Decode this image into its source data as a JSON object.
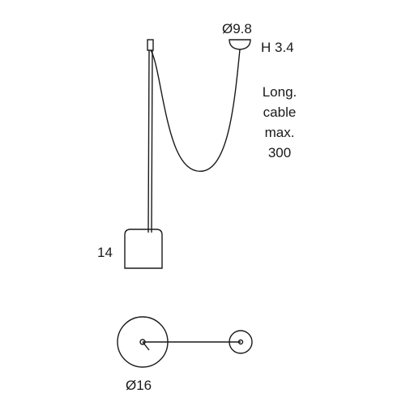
{
  "dimensions": {
    "canopy_diameter": "Ø9.8",
    "canopy_height": "H 3.4",
    "cable_note": [
      "Long.",
      "cable",
      "max.",
      "300"
    ],
    "shade_height": "14",
    "shade_diameter": "Ø16"
  },
  "colors": {
    "line": "#1a1a1a",
    "background": "#ffffff"
  }
}
